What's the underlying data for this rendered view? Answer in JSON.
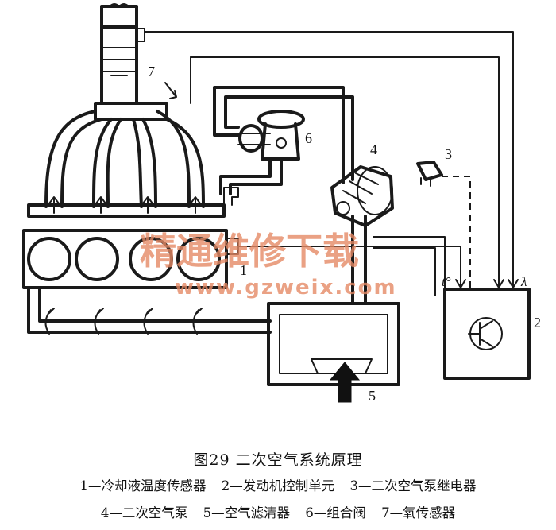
{
  "figure": {
    "title": "图29    二次空气系统原理",
    "callouts": [
      "1",
      "2",
      "3",
      "4",
      "5",
      "6",
      "7"
    ],
    "symbols": {
      "temperature": "t°",
      "lambda": "λ"
    },
    "watermark": {
      "text_cn": "精通维修下载",
      "text_url": "www.gzweix.com"
    }
  },
  "legend": {
    "row1": [
      "1—冷却液温度传感器",
      "2—发动机控制单元",
      "3—二次空气泵继电器"
    ],
    "row2": [
      "4—二次空气泵",
      "5—空气滤清器",
      "6—组合阀",
      "7—氧传感器"
    ]
  }
}
